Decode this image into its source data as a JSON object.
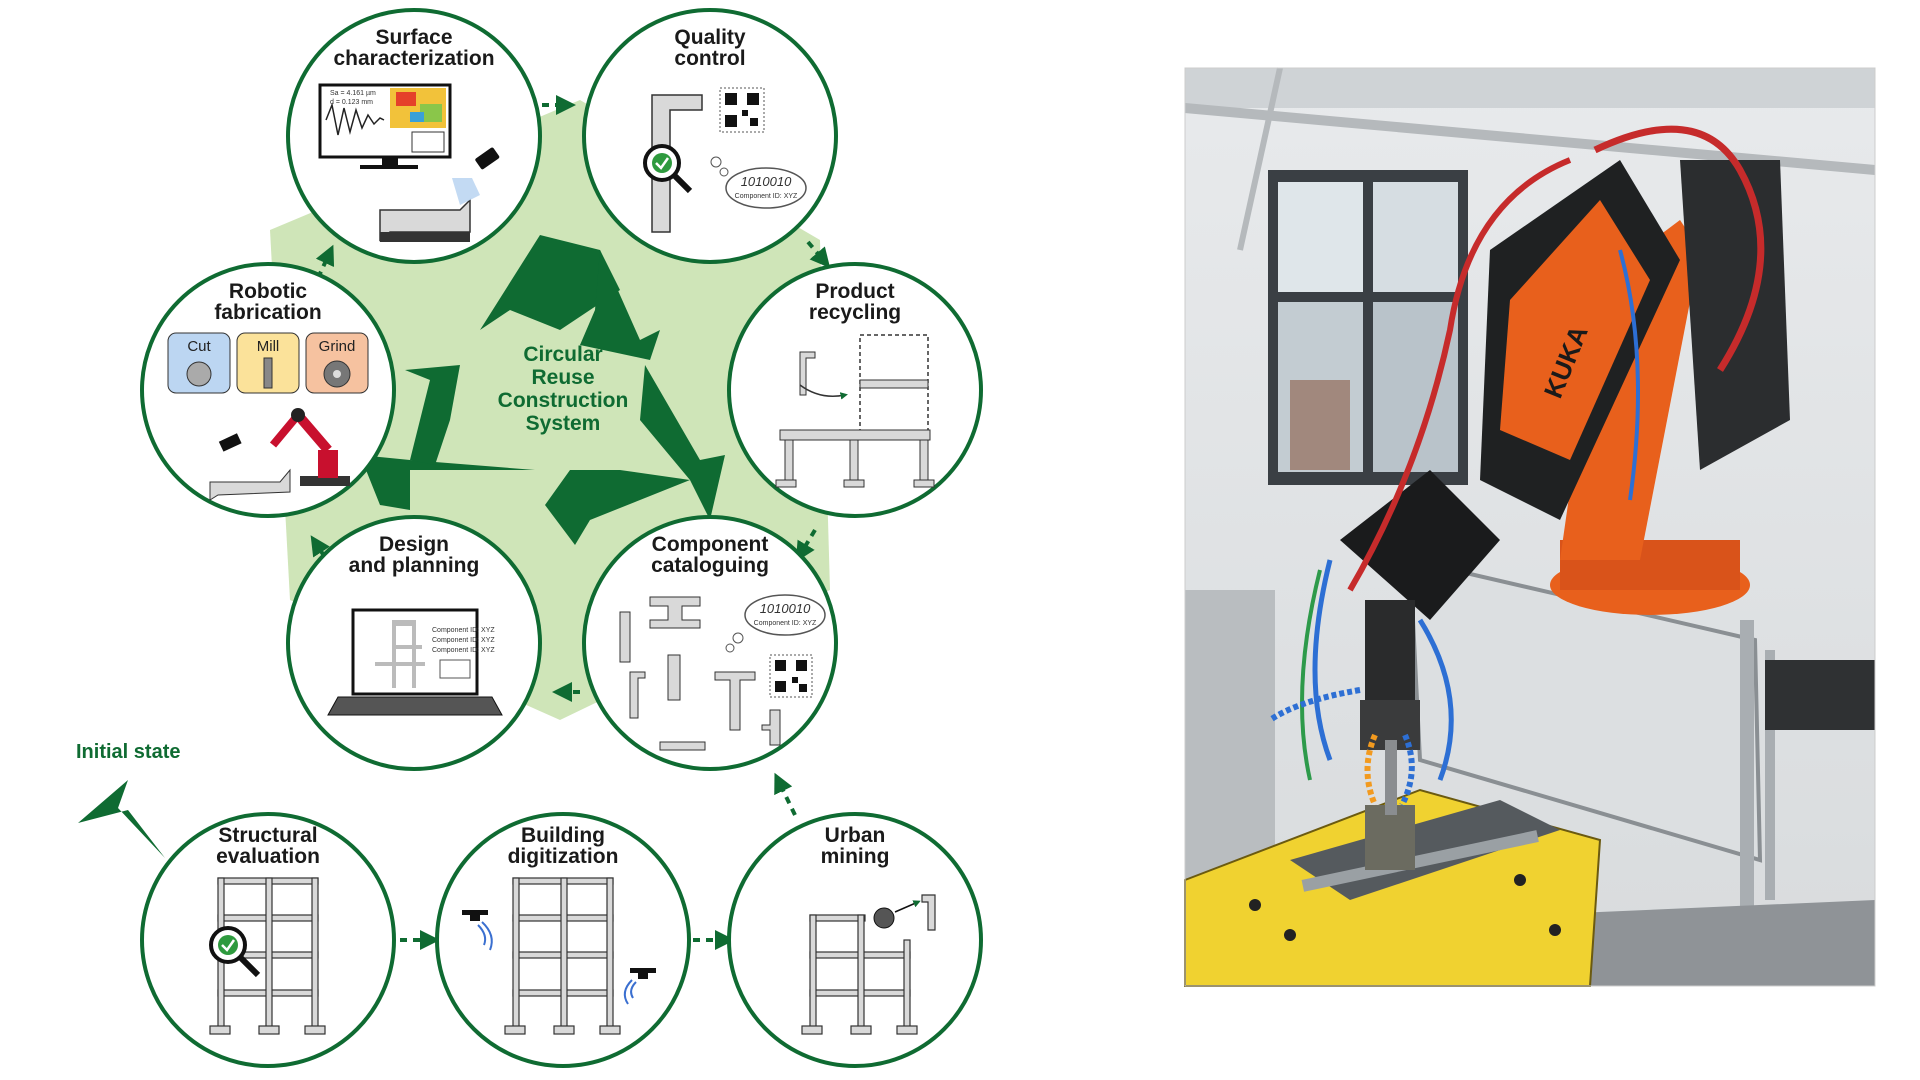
{
  "center_label": [
    "Circular",
    "Reuse",
    "Construction",
    "System"
  ],
  "initial_state_label": "Initial state",
  "nodes": {
    "surface": [
      "Surface",
      "characterization"
    ],
    "quality": [
      "Quality",
      "control"
    ],
    "recycling": [
      "Product",
      "recycling"
    ],
    "cataloguing": [
      "Component",
      "cataloguing"
    ],
    "design": [
      "Design",
      "and planning"
    ],
    "robotic": [
      "Robotic",
      "fabrication"
    ],
    "structural": [
      "Structural",
      "evaluation"
    ],
    "digitization": [
      "Building",
      "digitization"
    ],
    "mining": [
      "Urban",
      "mining"
    ]
  },
  "robotic_tools": [
    "Cut",
    "Mill",
    "Grind"
  ],
  "surface_readout": [
    "Sa = 4.161 µm",
    "d = 0.123 mm"
  ],
  "binary_code": "1010010",
  "component_id": "Component ID: XYZ",
  "component_ids": [
    "Component ID: XYZ",
    "Component ID: XYZ",
    "Component ID: XYZ",
    "Component ID: XYZ"
  ],
  "robot_brand": "KUKA",
  "colors": {
    "green_dark": "#0f6b32",
    "green_light": "#cfe5b8",
    "robot_orange": "#e8601c",
    "cut_blue": "#bcd6f2",
    "mill_yellow": "#fbe29a",
    "grind_orange": "#f6c2a0"
  }
}
